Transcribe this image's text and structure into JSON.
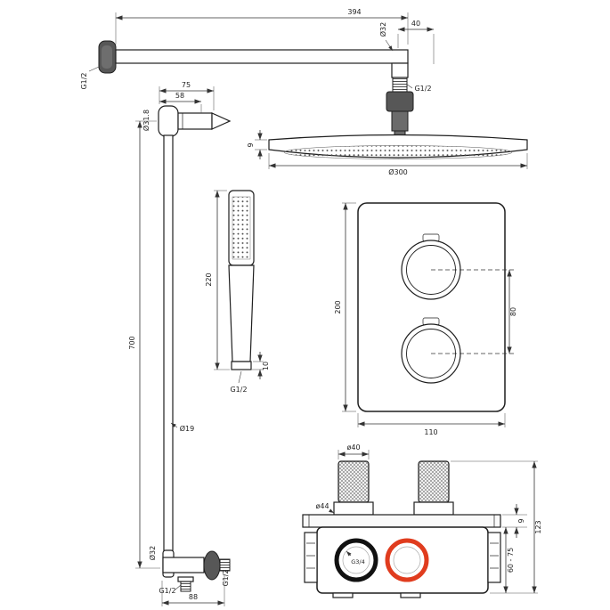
{
  "colors": {
    "red_ring": "#e03c1e",
    "black_ring": "#111111"
  },
  "shower_arm": {
    "length": "394",
    "diameter": "Ø32",
    "end_offset": "40",
    "outlet_thread": "G1/2",
    "wall_thread": "G1/2"
  },
  "shower_head": {
    "diameter": "Ø300",
    "thickness": "9"
  },
  "wall_bracket": {
    "projection": "75",
    "depth": "58",
    "diameter": "Ø31.8"
  },
  "rail": {
    "length": "700",
    "diameter": "Ø19",
    "elbow_diameter": "Ø32",
    "outlet_thread": "G1/2",
    "wall_thread": "G1/2",
    "elbow_width": "88"
  },
  "handshower": {
    "length": "220",
    "outlet_height": "10",
    "thread": "G1/2"
  },
  "mixer_plate": {
    "height": "200",
    "width": "110",
    "handle_spacing": "80"
  },
  "valve": {
    "handle_diameter": "ø40",
    "base_diameter": "ø44",
    "plate_thickness": "9",
    "total_height": "123",
    "mounting_depth": "60 - 75",
    "inlet_thread": "G3/4"
  }
}
